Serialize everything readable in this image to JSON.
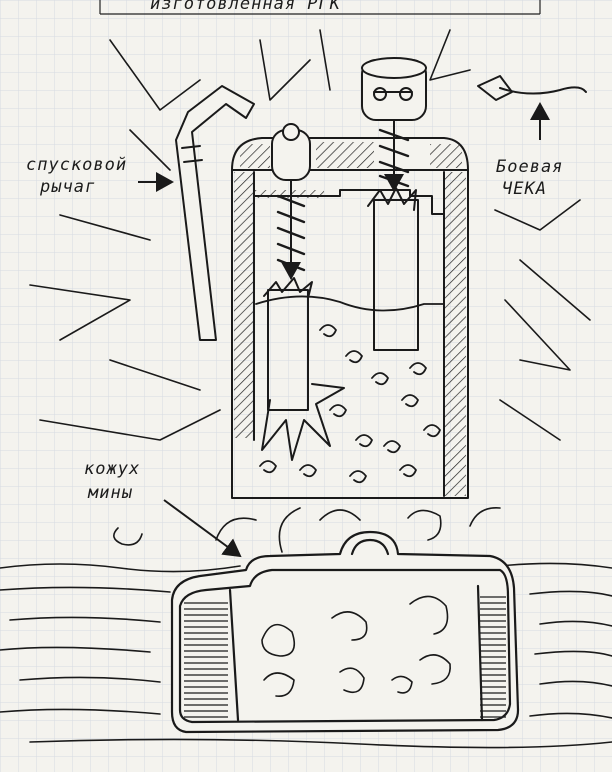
{
  "labels": {
    "trigger_lever": [
      "спусковой",
      "рычаг"
    ],
    "safety_pin": [
      "Боевая",
      "ЧЕКА"
    ],
    "mine_casing": [
      "кожух",
      "мины"
    ],
    "top_caption": "изготовленная РГК"
  }
}
